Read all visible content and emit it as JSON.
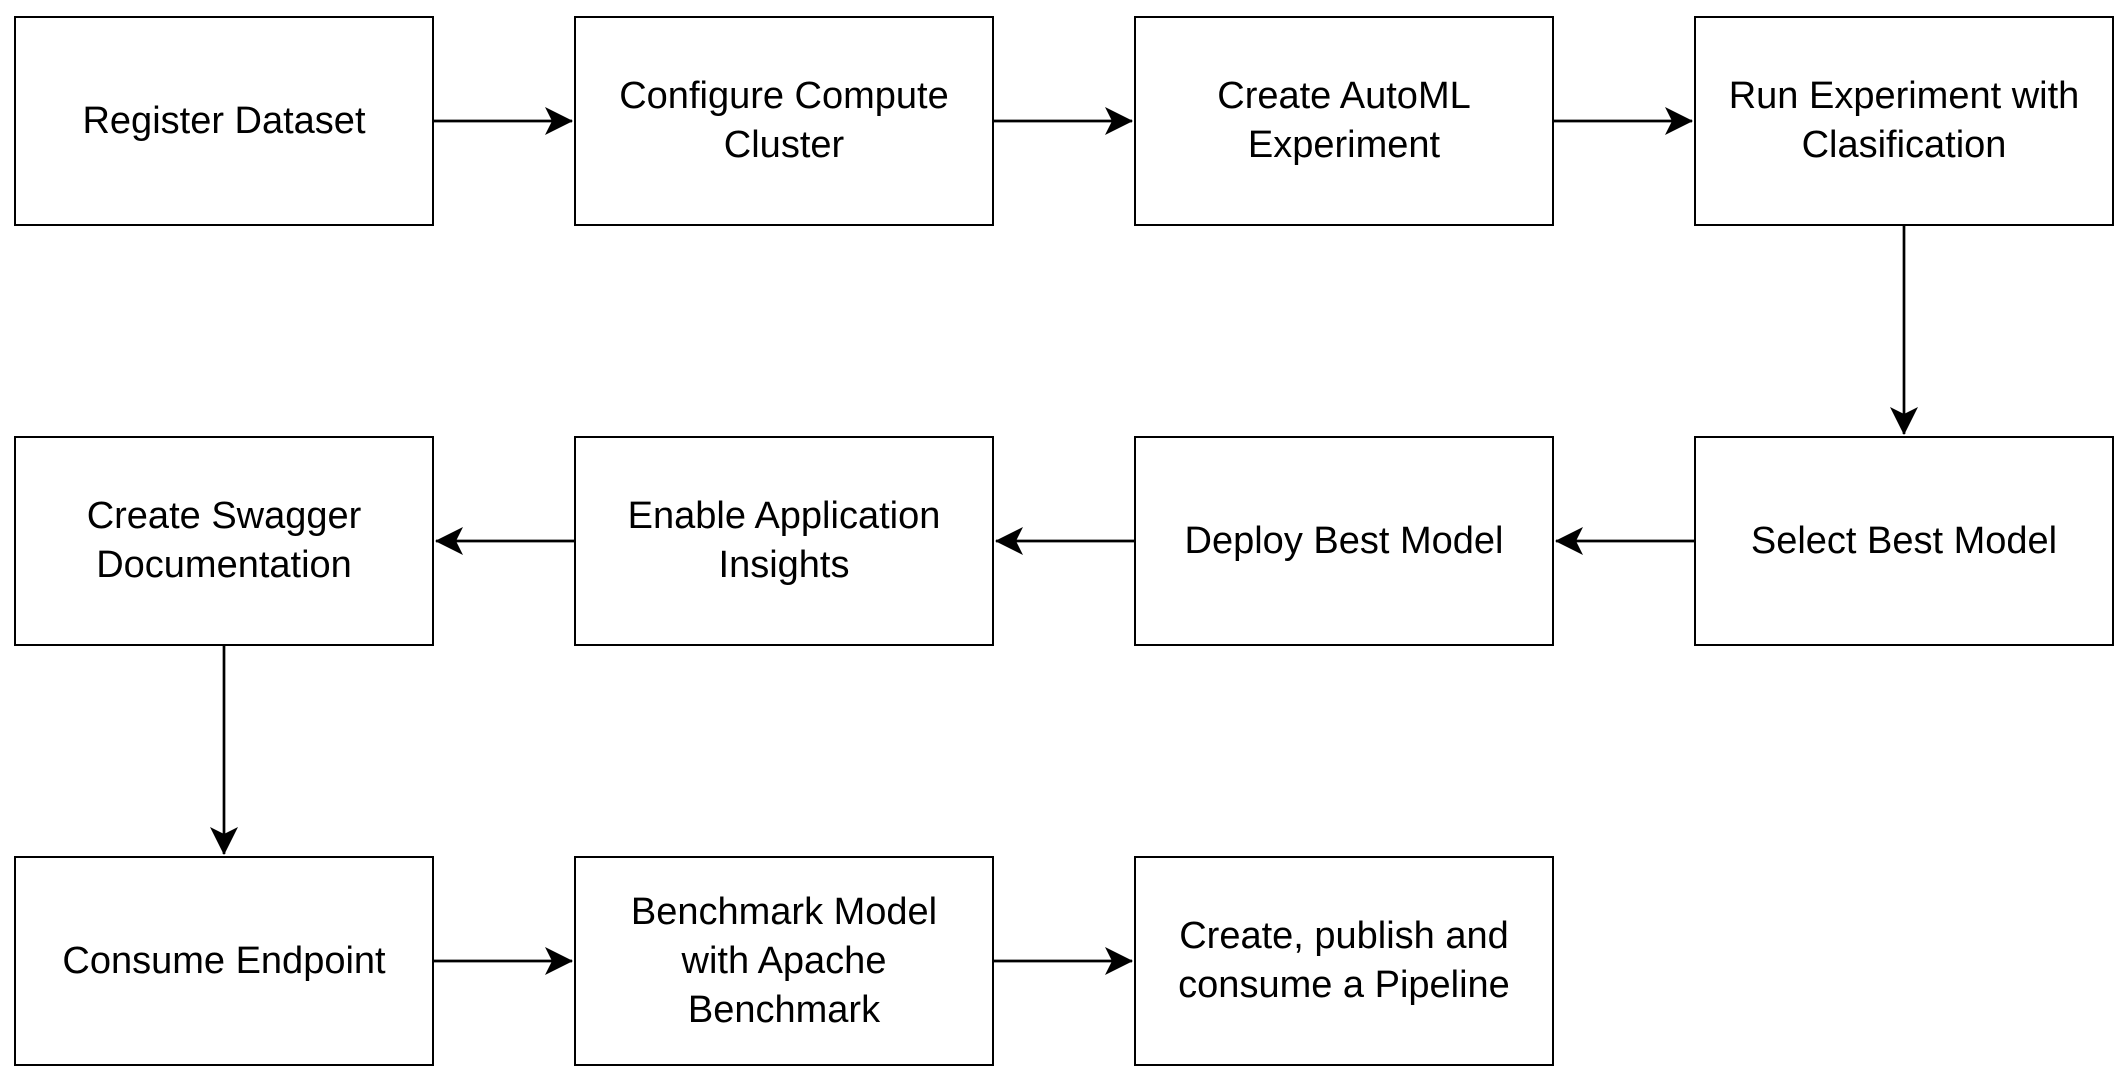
{
  "diagram": {
    "nodes": [
      {
        "id": "register_dataset",
        "label": "Register Dataset"
      },
      {
        "id": "configure_compute",
        "label": "Configure Compute\nCluster"
      },
      {
        "id": "create_automl",
        "label": "Create AutoML\nExperiment"
      },
      {
        "id": "run_experiment",
        "label": "Run Experiment with\nClasification"
      },
      {
        "id": "select_best",
        "label": "Select Best Model"
      },
      {
        "id": "deploy_best",
        "label": "Deploy Best Model"
      },
      {
        "id": "enable_insights",
        "label": "Enable Application\nInsights"
      },
      {
        "id": "create_swagger",
        "label": "Create Swagger\nDocumentation"
      },
      {
        "id": "consume_endpoint",
        "label": "Consume Endpoint"
      },
      {
        "id": "benchmark_model",
        "label": "Benchmark Model\nwith Apache\nBenchmark"
      },
      {
        "id": "create_pipeline",
        "label": "Create, publish and\nconsume a Pipeline"
      }
    ],
    "edges": [
      {
        "from": "register_dataset",
        "to": "configure_compute"
      },
      {
        "from": "configure_compute",
        "to": "create_automl"
      },
      {
        "from": "create_automl",
        "to": "run_experiment"
      },
      {
        "from": "run_experiment",
        "to": "select_best"
      },
      {
        "from": "select_best",
        "to": "deploy_best"
      },
      {
        "from": "deploy_best",
        "to": "enable_insights"
      },
      {
        "from": "enable_insights",
        "to": "create_swagger"
      },
      {
        "from": "create_swagger",
        "to": "consume_endpoint"
      },
      {
        "from": "consume_endpoint",
        "to": "benchmark_model"
      },
      {
        "from": "benchmark_model",
        "to": "create_pipeline"
      }
    ],
    "colors": {
      "stroke": "#000000",
      "fill": "#ffffff",
      "text": "#000000",
      "background": "#ffffff"
    }
  }
}
